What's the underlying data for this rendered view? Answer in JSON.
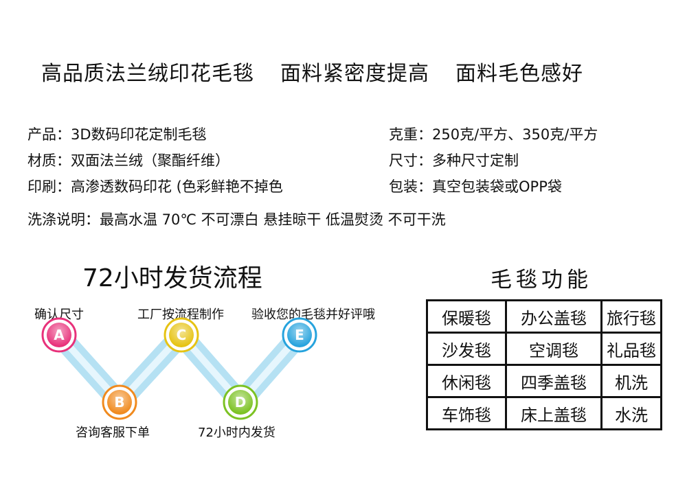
{
  "headline": {
    "part1": "高品质法兰绒印花毛毯",
    "part2": "面料紧密度提高",
    "part3": "面料毛色感好"
  },
  "specs": {
    "product": "产品：3D数码印花定制毛毯",
    "weight": "克重：250克/平方、350克/平方",
    "material": "材质：双面法兰绒（聚酯纤维）",
    "size": "尺寸：多种尺寸定制",
    "printing": "印刷：高渗透数码印花 (色彩鲜艳不掉色",
    "packaging": "包装：真空包装袋或OPP袋",
    "washing": "洗涤说明：最高水温 70℃ 不可漂白 悬挂晾干 低温熨烫 不可干洗"
  },
  "flow": {
    "title": "72小时发货流程",
    "steps": [
      {
        "letter": "A",
        "label": "确认尺寸",
        "color": "#e8317a"
      },
      {
        "letter": "B",
        "label": "咨询客服下单",
        "color": "#f08a1e"
      },
      {
        "letter": "C",
        "label": "工厂按流程制作",
        "color": "#e6c313"
      },
      {
        "letter": "D",
        "label": "72小时内发货",
        "color": "#7cc223"
      },
      {
        "letter": "E",
        "label": "验收您的毛毯并好评哦",
        "color": "#26a3dd"
      }
    ],
    "band_color": "#a9dcf2"
  },
  "functions": {
    "title": "毛毯功能",
    "rows": [
      [
        "保暖毯",
        "办公盖毯",
        "旅行毯"
      ],
      [
        "沙发毯",
        "空调毯",
        "礼品毯"
      ],
      [
        "休闲毯",
        "四季盖毯",
        "机洗"
      ],
      [
        "车饰毯",
        "床上盖毯",
        "水洗"
      ]
    ]
  }
}
